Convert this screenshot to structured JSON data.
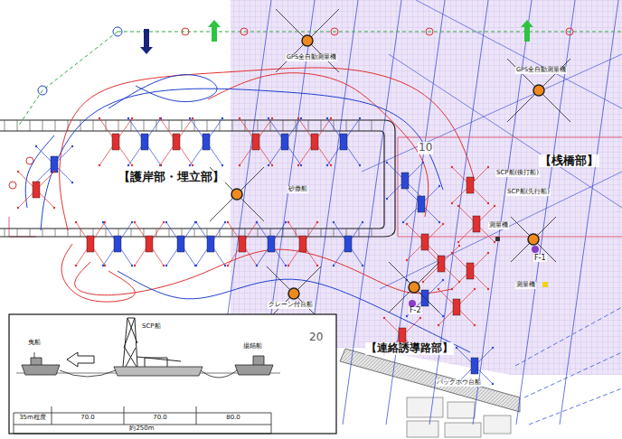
{
  "diagram": {
    "labels": [
      "【護岸部・埋立部】",
      "【桟橋部】",
      "【連絡誘導路部】",
      "10",
      "20",
      "SCP船(後打船)",
      "SCP船(先行船)",
      "測量機",
      "測量機",
      "F-1",
      "F-2",
      "砂撒船",
      "クレーン付台船",
      "バックホウ台船",
      "GPS全自動測量機",
      "GPS全自動測量機",
      "SCP船",
      "曳船",
      "揚錨船",
      "35m程度",
      "70.0",
      "70.0",
      "80.0",
      "約250m"
    ]
  }
}
